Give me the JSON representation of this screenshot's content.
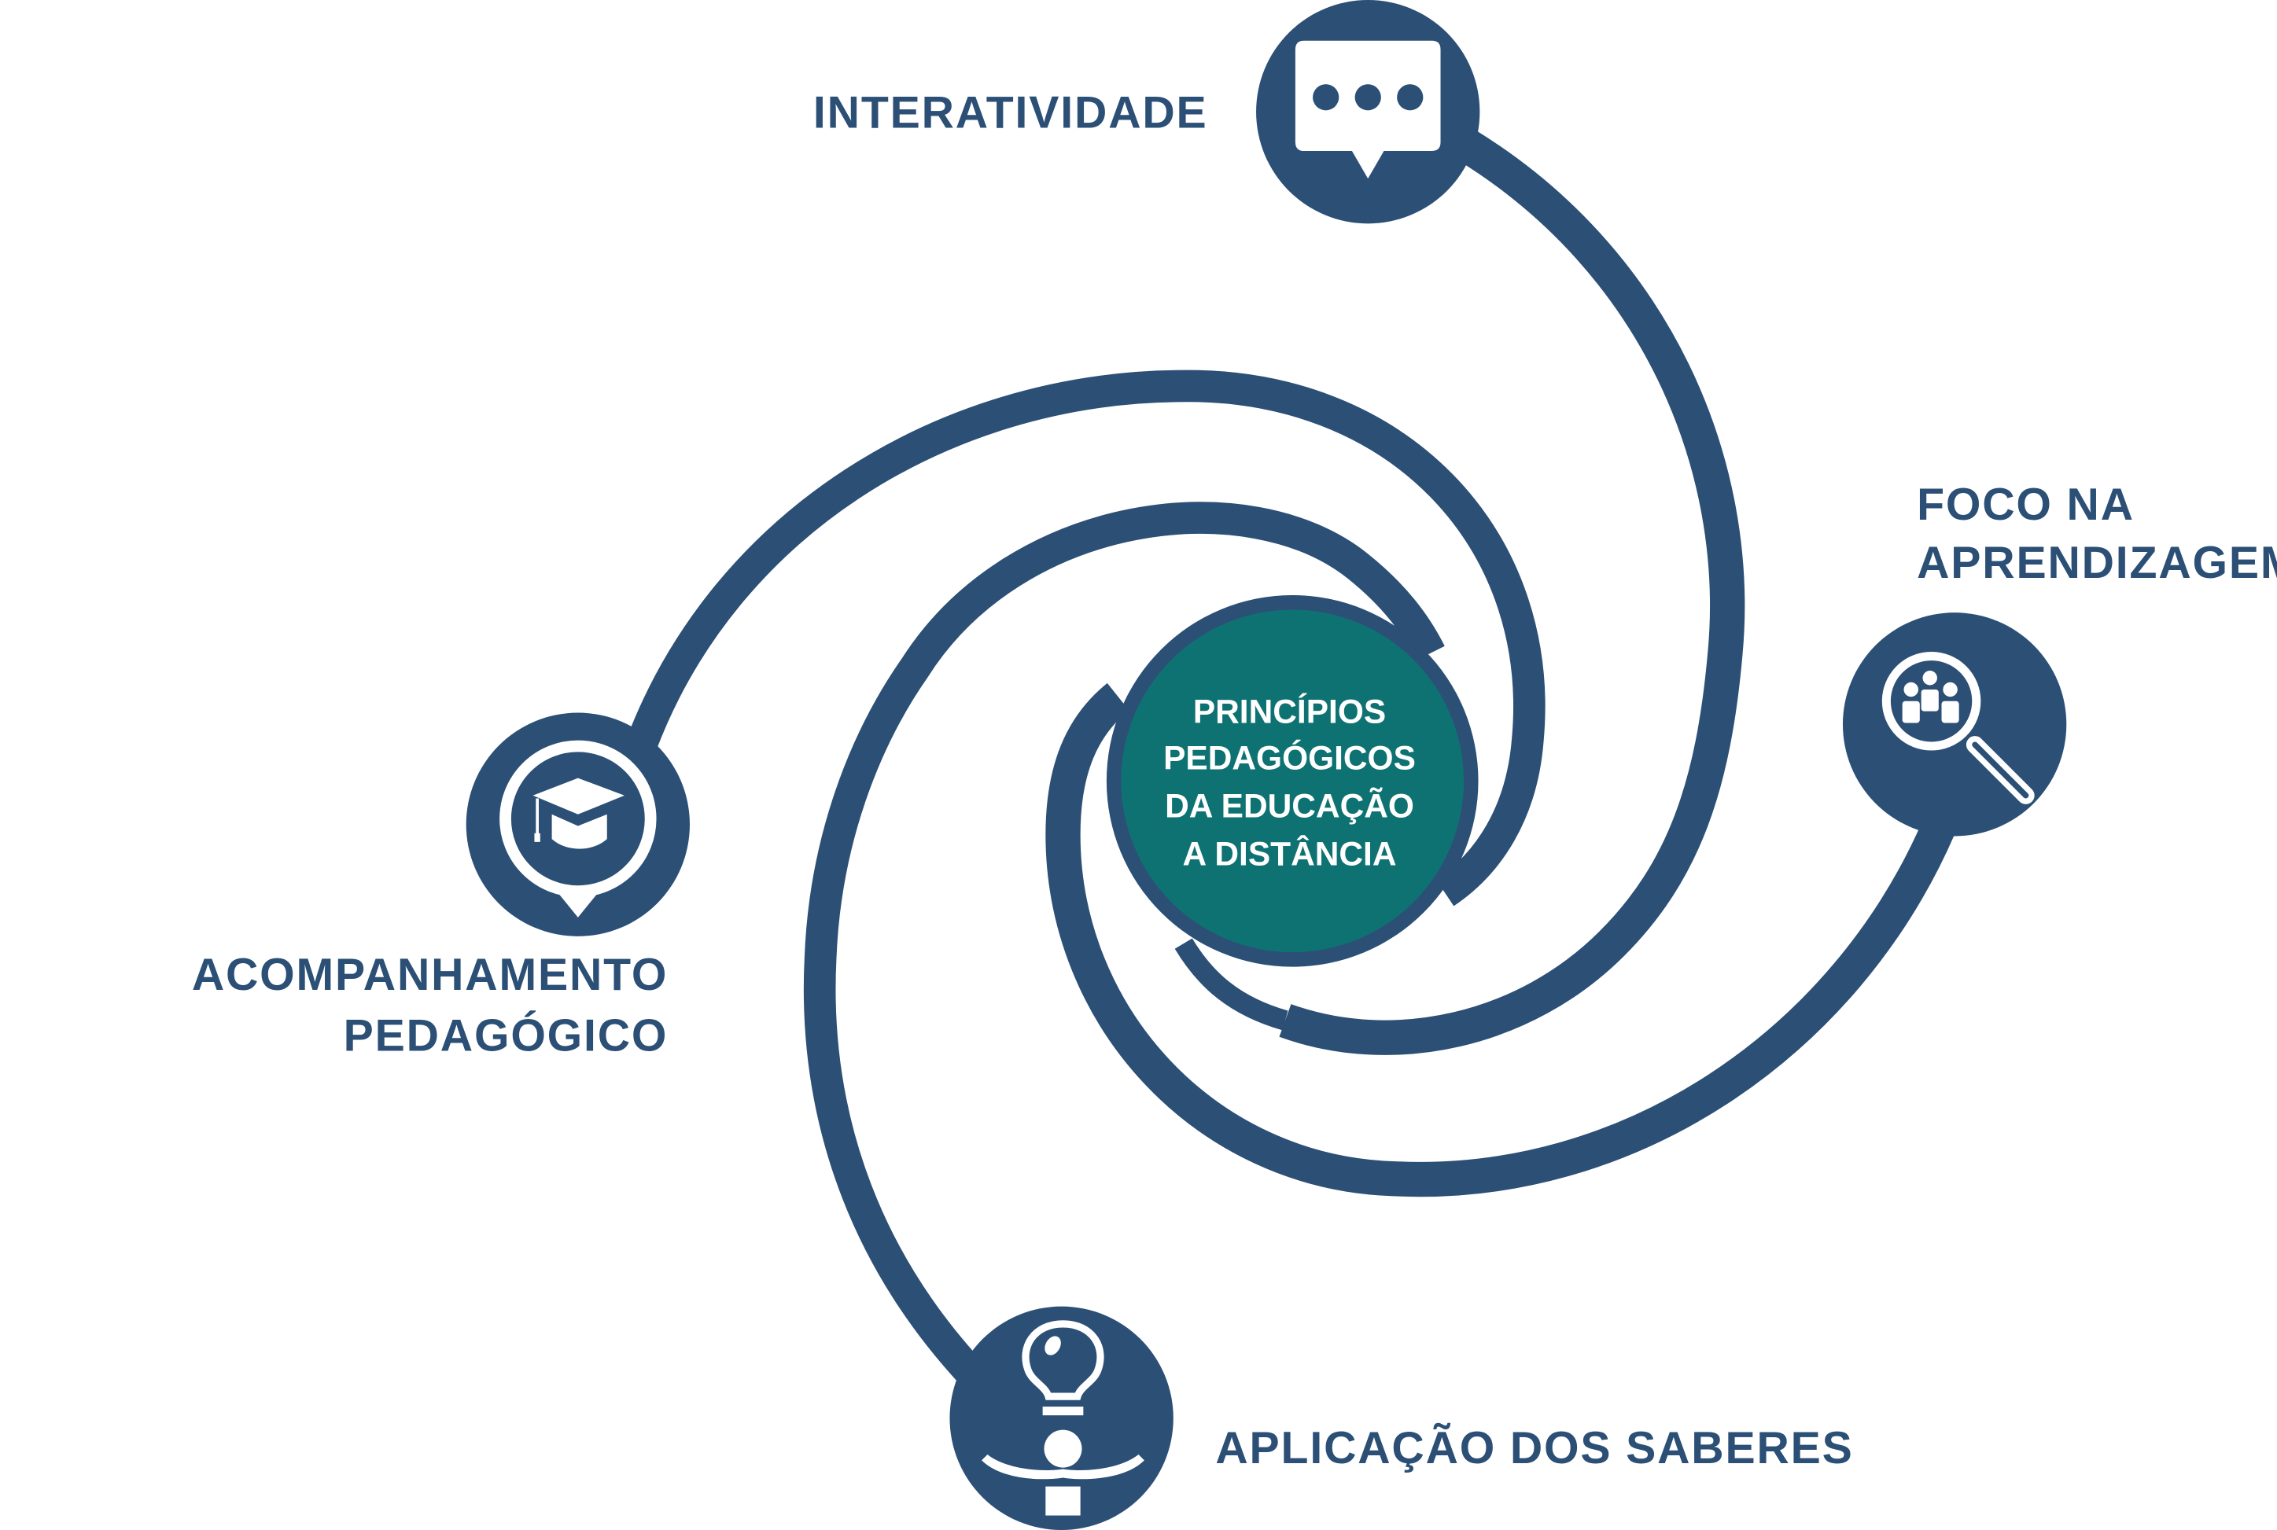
{
  "center": {
    "lines": [
      "PRINCÍPIOS",
      "PEDAGÓGICOS",
      "DA EDUCAÇÃO",
      "A DISTÂNCIA"
    ]
  },
  "nodes": [
    {
      "id": "interatividade",
      "lines": [
        "INTERATIVIDADE"
      ],
      "icon": "speech-bubble-icon"
    },
    {
      "id": "foco",
      "lines": [
        "FOCO NA",
        "APRENDIZAGEM"
      ],
      "icon": "magnifier-people-icon"
    },
    {
      "id": "aplicacao",
      "lines": [
        "APLICAÇÃO DOS SABERES"
      ],
      "icon": "lightbulb-person-icon"
    },
    {
      "id": "acompanhamento",
      "lines": [
        "ACOMPANHAMENTO",
        "PEDAGÓGICO"
      ],
      "icon": "graduation-cap-icon"
    }
  ],
  "colors": {
    "navy": "#2c4f76",
    "teal": "#0f7272"
  }
}
